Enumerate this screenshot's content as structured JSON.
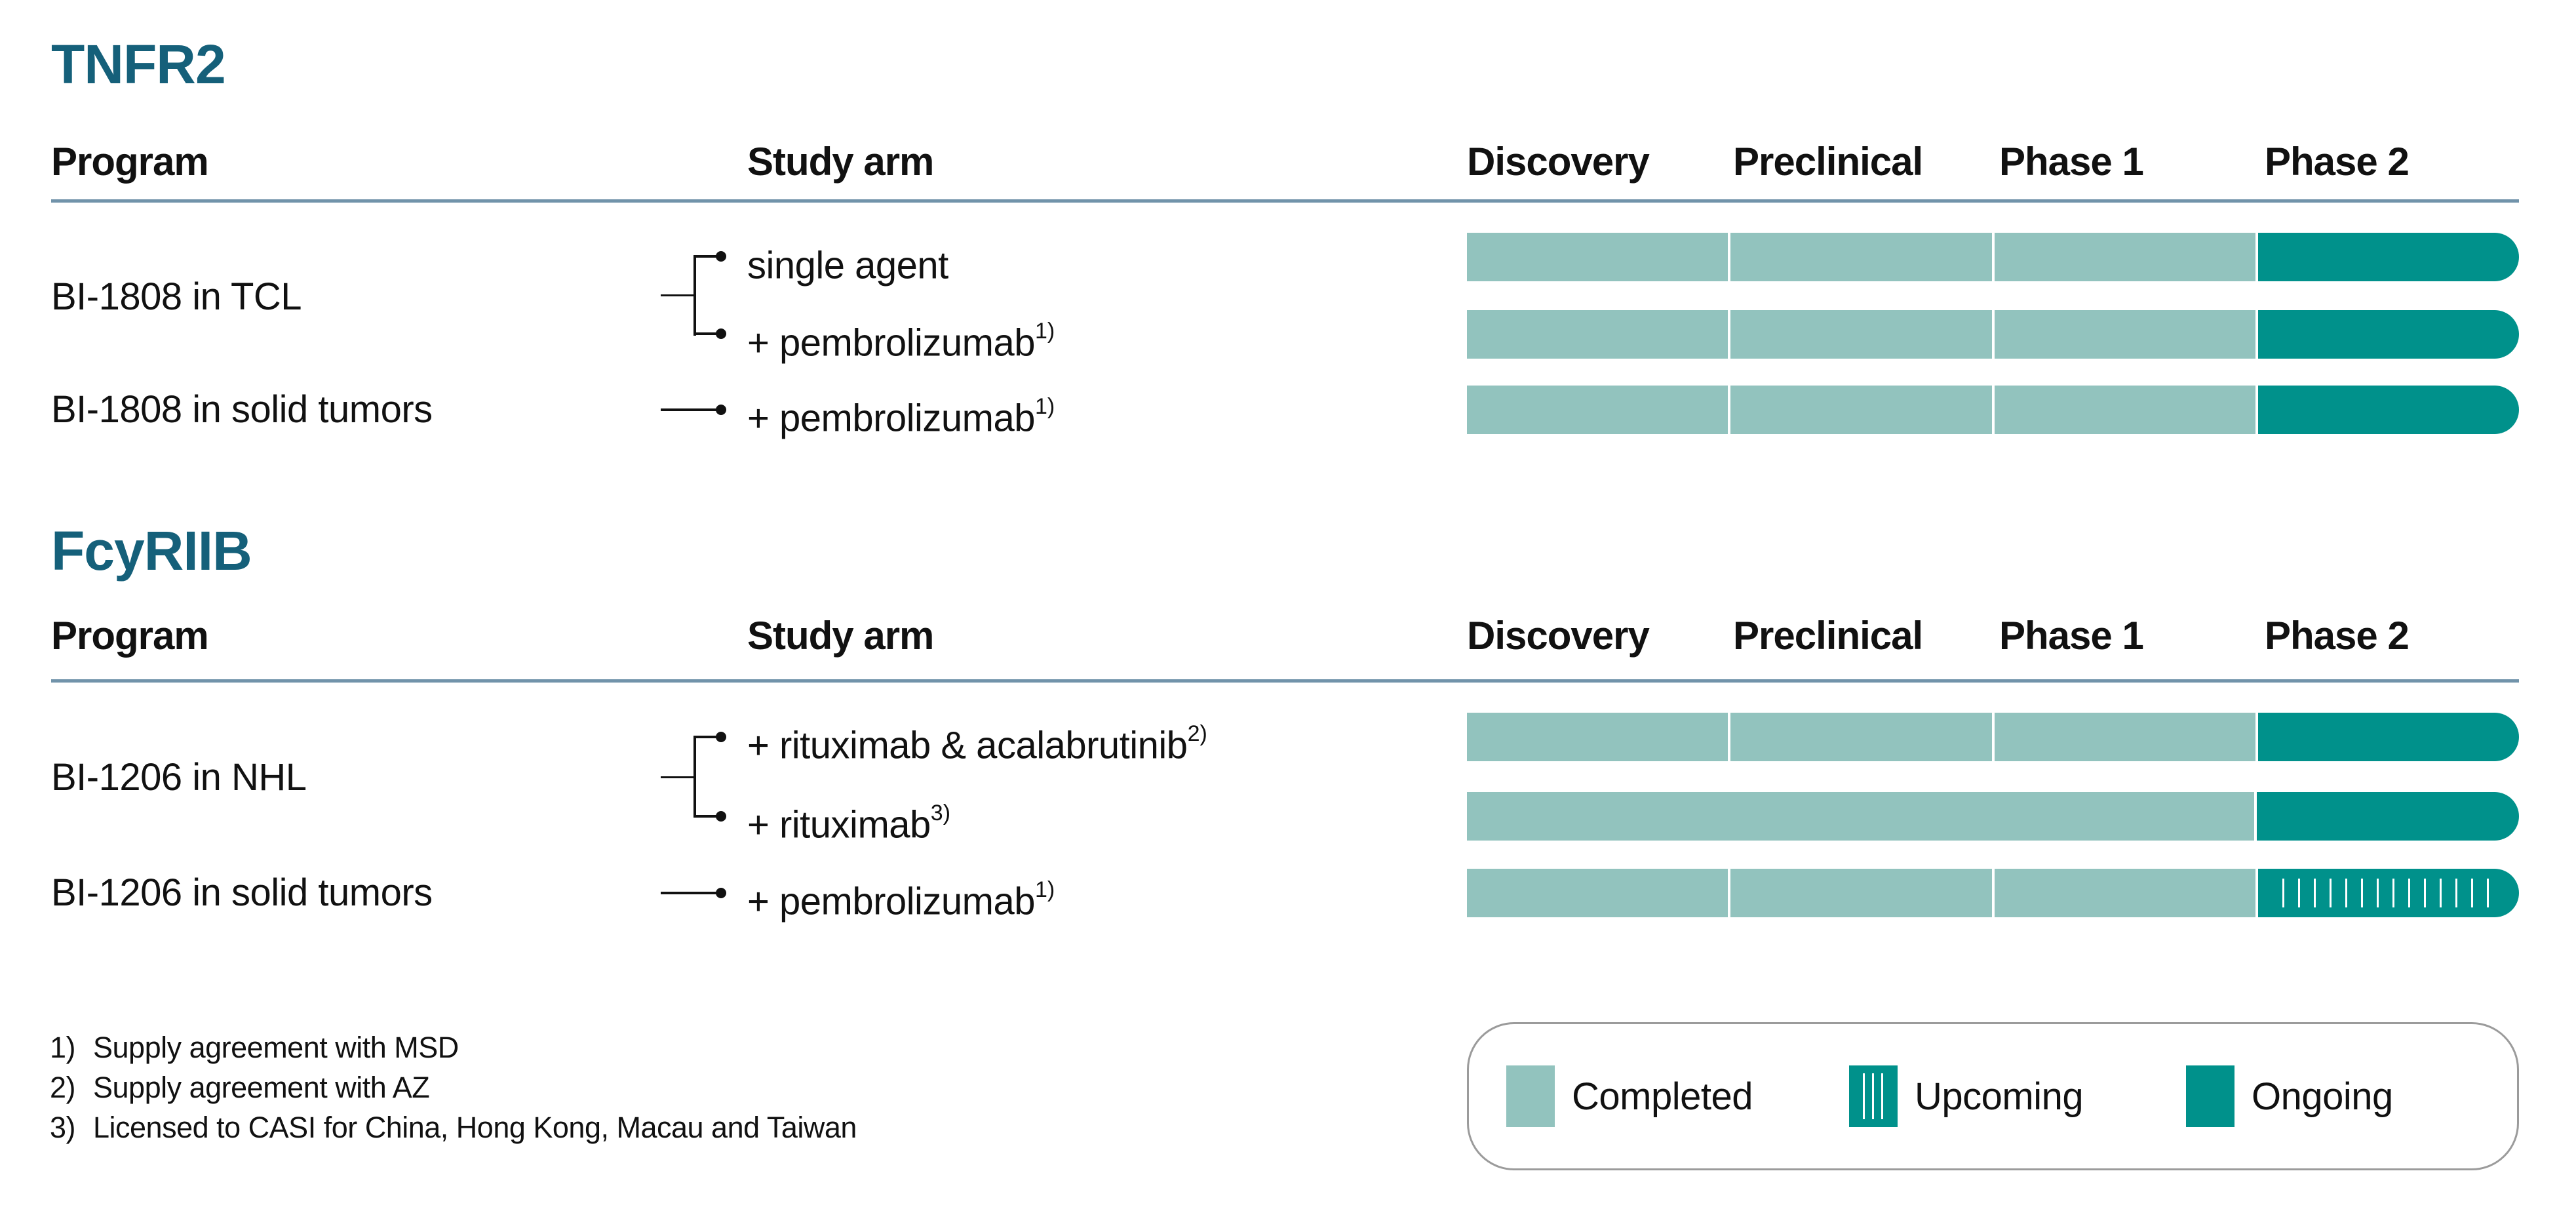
{
  "colors": {
    "completed": "#92C3BE",
    "ongoing": "#00918B",
    "title": "#15607A",
    "divider": "#7193AA",
    "text": "#111111",
    "legend_border": "#9B9B9B"
  },
  "sections": [
    {
      "title": "TNFR2",
      "columns": {
        "program": "Program",
        "study_arm": "Study arm",
        "phases": [
          "Discovery",
          "Preclinical",
          "Phase 1",
          "Phase 2"
        ]
      },
      "programs": [
        {
          "name": "BI-1808 in TCL",
          "arms": [
            {
              "label": "single agent",
              "sup": "",
              "segments": [
                {
                  "status": "completed",
                  "span": 1
                },
                {
                  "status": "completed",
                  "span": 1
                },
                {
                  "status": "completed",
                  "span": 1
                },
                {
                  "status": "ongoing",
                  "span": 1
                }
              ]
            },
            {
              "label": "+ pembrolizumab",
              "sup": "1)",
              "segments": [
                {
                  "status": "completed",
                  "span": 1
                },
                {
                  "status": "completed",
                  "span": 1
                },
                {
                  "status": "completed",
                  "span": 1
                },
                {
                  "status": "ongoing",
                  "span": 1
                }
              ]
            }
          ]
        },
        {
          "name": "BI-1808 in solid tumors",
          "arms": [
            {
              "label": "+ pembrolizumab",
              "sup": "1)",
              "segments": [
                {
                  "status": "completed",
                  "span": 1
                },
                {
                  "status": "completed",
                  "span": 1
                },
                {
                  "status": "completed",
                  "span": 1
                },
                {
                  "status": "ongoing",
                  "span": 1
                }
              ]
            }
          ]
        }
      ]
    },
    {
      "title": "FcyRIIB",
      "columns": {
        "program": "Program",
        "study_arm": "Study arm",
        "phases": [
          "Discovery",
          "Preclinical",
          "Phase 1",
          "Phase 2"
        ]
      },
      "programs": [
        {
          "name": "BI-1206 in NHL",
          "arms": [
            {
              "label": "+ rituximab & acalabrutinib",
              "sup": "2)",
              "segments": [
                {
                  "status": "completed",
                  "span": 1
                },
                {
                  "status": "completed",
                  "span": 1
                },
                {
                  "status": "completed",
                  "span": 1
                },
                {
                  "status": "ongoing",
                  "span": 1
                }
              ]
            },
            {
              "label": "+ rituximab",
              "sup": "3)",
              "segments": [
                {
                  "status": "completed",
                  "span": 3
                },
                {
                  "status": "ongoing",
                  "span": 1
                }
              ]
            }
          ]
        },
        {
          "name": "BI-1206 in solid tumors",
          "arms": [
            {
              "label": "+ pembrolizumab",
              "sup": "1)",
              "segments": [
                {
                  "status": "completed",
                  "span": 1
                },
                {
                  "status": "completed",
                  "span": 1
                },
                {
                  "status": "completed",
                  "span": 1
                },
                {
                  "status": "upcoming",
                  "span": 1
                }
              ]
            }
          ]
        }
      ]
    }
  ],
  "legend": [
    {
      "label": "Completed",
      "status": "completed"
    },
    {
      "label": "Upcoming",
      "status": "upcoming"
    },
    {
      "label": "Ongoing",
      "status": "ongoing"
    }
  ],
  "footnotes": [
    {
      "num": "1)",
      "text": "Supply agreement with MSD"
    },
    {
      "num": "2)",
      "text": "Supply agreement with AZ"
    },
    {
      "num": "3)",
      "text": "Licensed to CASI for China, Hong Kong, Macau and Taiwan"
    }
  ],
  "chart_data": {
    "type": "table",
    "title": "Clinical pipeline phase status",
    "groups": [
      "TNFR2",
      "FcyRIIB"
    ],
    "columns": [
      "Program",
      "Study arm",
      "Discovery",
      "Preclinical",
      "Phase 1",
      "Phase 2"
    ],
    "rows": [
      [
        "BI-1808 in TCL",
        "single agent",
        "Completed",
        "Completed",
        "Completed",
        "Ongoing"
      ],
      [
        "BI-1808 in TCL",
        "+ pembrolizumab 1)",
        "Completed",
        "Completed",
        "Completed",
        "Ongoing"
      ],
      [
        "BI-1808 in solid tumors",
        "+ pembrolizumab 1)",
        "Completed",
        "Completed",
        "Completed",
        "Ongoing"
      ],
      [
        "BI-1206 in NHL",
        "+ rituximab & acalabrutinib 2)",
        "Completed",
        "Completed",
        "Completed",
        "Ongoing"
      ],
      [
        "BI-1206 in NHL",
        "+ rituximab 3)",
        "Completed",
        "Completed",
        "Completed",
        "Ongoing"
      ],
      [
        "BI-1206 in solid tumors",
        "+ pembrolizumab 1)",
        "Completed",
        "Completed",
        "Completed",
        "Upcoming"
      ]
    ],
    "legend": [
      "Completed",
      "Upcoming",
      "Ongoing"
    ],
    "legend_position": "bottom-right"
  }
}
